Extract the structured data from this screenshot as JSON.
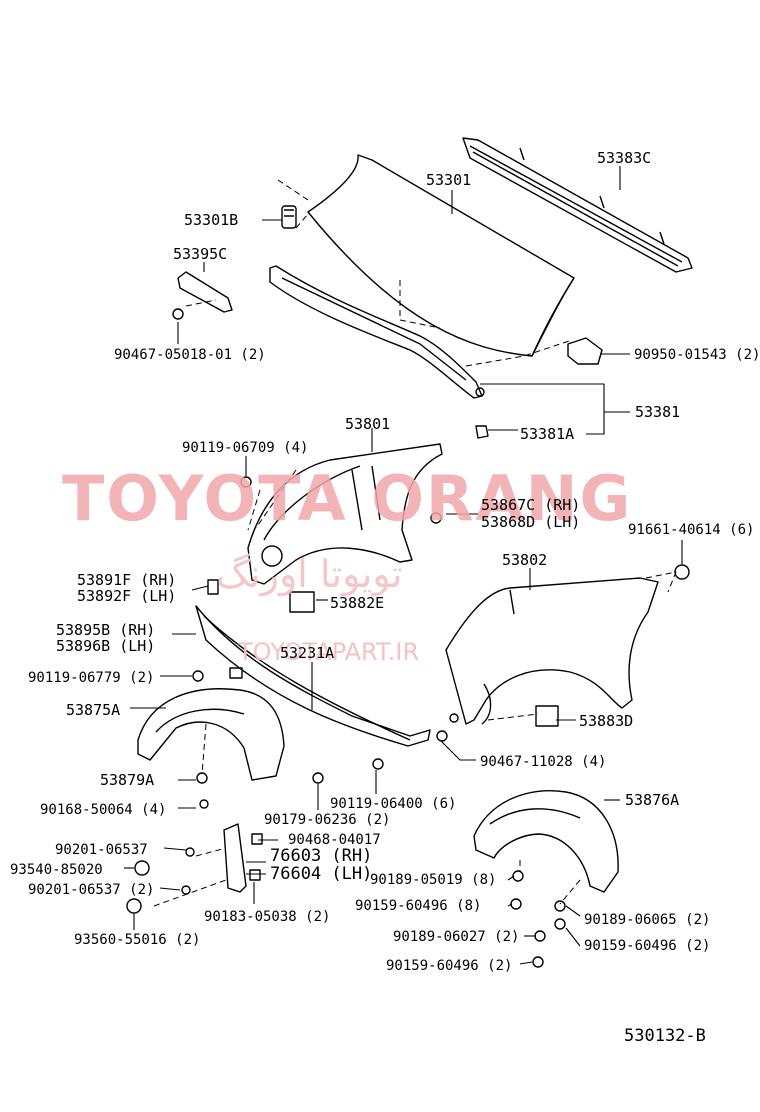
{
  "watermark": {
    "title": "TOYOTA ORANG",
    "persian": "تویوتا اورنگ",
    "url": "TOYOTAPART.IR"
  },
  "diagram_code": "530132-B",
  "labels": {
    "p53383C": "53383C",
    "p53301": "53301",
    "p53301B": "53301B",
    "p53395C": "53395C",
    "p90467_05018": "90467-05018-01 (2)",
    "p90950_01543": "90950-01543 (2)",
    "p53381": "53381",
    "p53381A": "53381A",
    "p53801": "53801",
    "p90119_06709": "90119-06709 (4)",
    "p53867C": "53867C (RH)",
    "p53868D": "53868D (LH)",
    "p91661_40614": "91661-40614 (6)",
    "p53802": "53802",
    "p53891F": "53891F (RH)",
    "p53892F": "53892F (LH)",
    "p53882E": "53882E",
    "p53895B": "53895B (RH)",
    "p53896B": "53896B (LH)",
    "p53231A": "53231A",
    "p90119_06779": "90119-06779 (2)",
    "p53875A": "53875A",
    "p53883D": "53883D",
    "p90467_11028": "90467-11028 (4)",
    "p53879A": "53879A",
    "p90168_50064": "90168-50064 (4)",
    "p90179_06236": "90179-06236 (2)",
    "p90119_06400": "90119-06400 (6)",
    "p53876A": "53876A",
    "p90201_06537a": "90201-06537",
    "p90468_04017": "90468-04017",
    "p93540_85020": "93540-85020",
    "p76603": "76603 (RH)",
    "p76604": "76604 (LH)",
    "p90189_05019": "90189-05019 (8)",
    "p90201_06537b": "90201-06537 (2)",
    "p90183_05038": "90183-05038 (2)",
    "p90159_60496a": "90159-60496 (8)",
    "p90189_06065": "90189-06065 (2)",
    "p93560_55016": "93560-55016 (2)",
    "p90189_06027": "90189-06027 (2)",
    "p90159_60496b": "90159-60496 (2)",
    "p90159_60496c": "90159-60496 (2)"
  }
}
